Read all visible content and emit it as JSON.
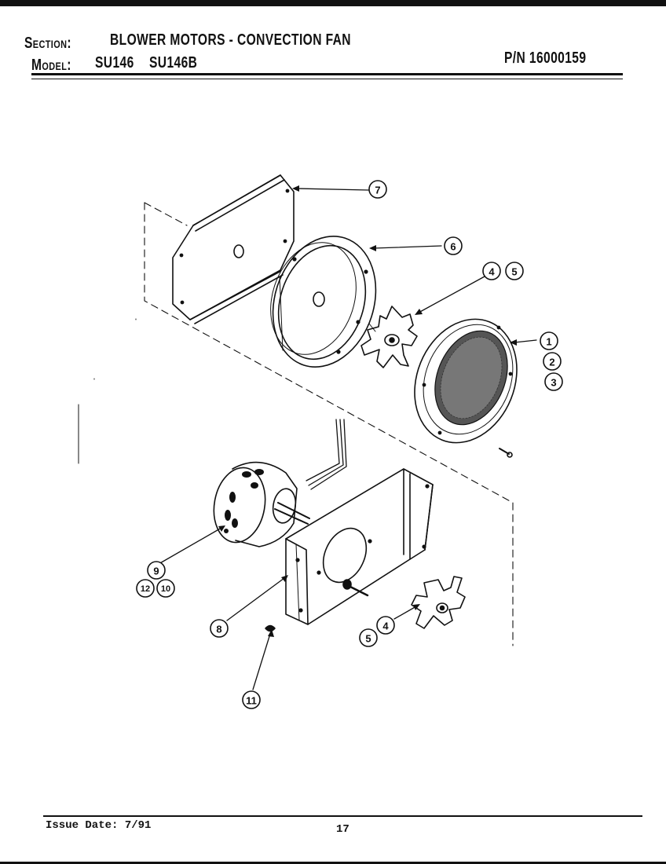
{
  "header": {
    "section_label": "Section:",
    "section_value": "BLOWER MOTORS - CONVECTION FAN",
    "model_label": "Model:",
    "model_values": [
      "SU146",
      "SU146B"
    ],
    "part_number": "P/N 16000159"
  },
  "callouts": [
    "7",
    "6",
    "4",
    "5",
    "1",
    "2",
    "3",
    "9",
    "12",
    "10",
    "8",
    "5",
    "4",
    "11"
  ],
  "footer": {
    "issue_date": "Issue Date: 7/91",
    "page_number": "17"
  }
}
